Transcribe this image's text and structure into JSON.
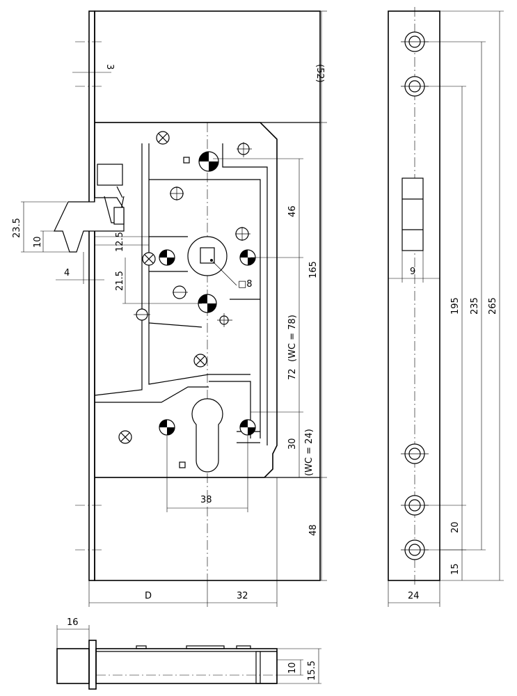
{
  "drawing": {
    "dimensions": {
      "top_height": "(52)",
      "plate_thickness": "3",
      "latch_height": "23.5",
      "latch_inner": "10",
      "offset_12_5": "12.5",
      "latch_proj": "4",
      "offset_21_5": "21.5",
      "spindle_to_top": "46",
      "spindle_square": "□8",
      "lock_height": "165",
      "wc_78": "(WC = 78)",
      "spindle_to_cyl": "72",
      "cyl_to_bottom": "30",
      "wc_24": "(WC = 24)",
      "screw_spacing": "38",
      "bottom_height": "48",
      "backset": "D",
      "case_depth": "32",
      "side_9": "9",
      "side_195": "195",
      "side_235": "235",
      "side_265": "265",
      "side_20": "20",
      "side_15": "15",
      "faceplate_width": "24",
      "bottom_16": "16",
      "bottom_10": "10",
      "bottom_15_5": "15.5"
    }
  }
}
